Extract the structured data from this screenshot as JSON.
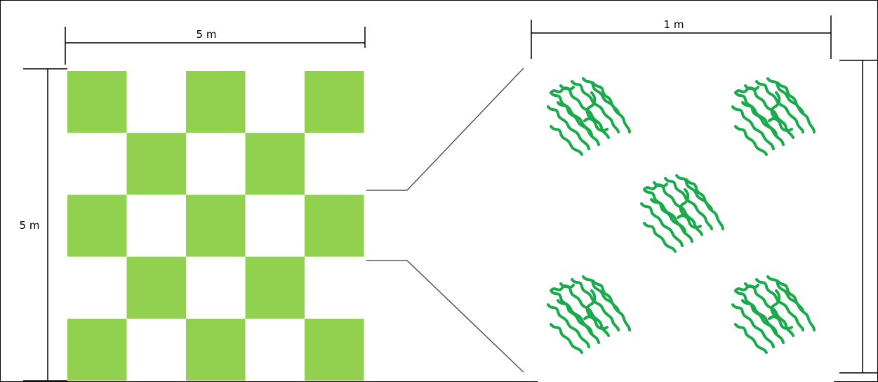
{
  "labels": {
    "grid_width": "5 m",
    "grid_height": "5 m",
    "detail_width": "1 m"
  },
  "grid": {
    "rows": 5,
    "cols": 5,
    "fill_color": "#92d050"
  },
  "detail": {
    "plant_color": "#1aaa4b",
    "plant_icon": "wavy-seagrass-clump-icon",
    "clump_count": 5
  },
  "line_color": "#000000"
}
